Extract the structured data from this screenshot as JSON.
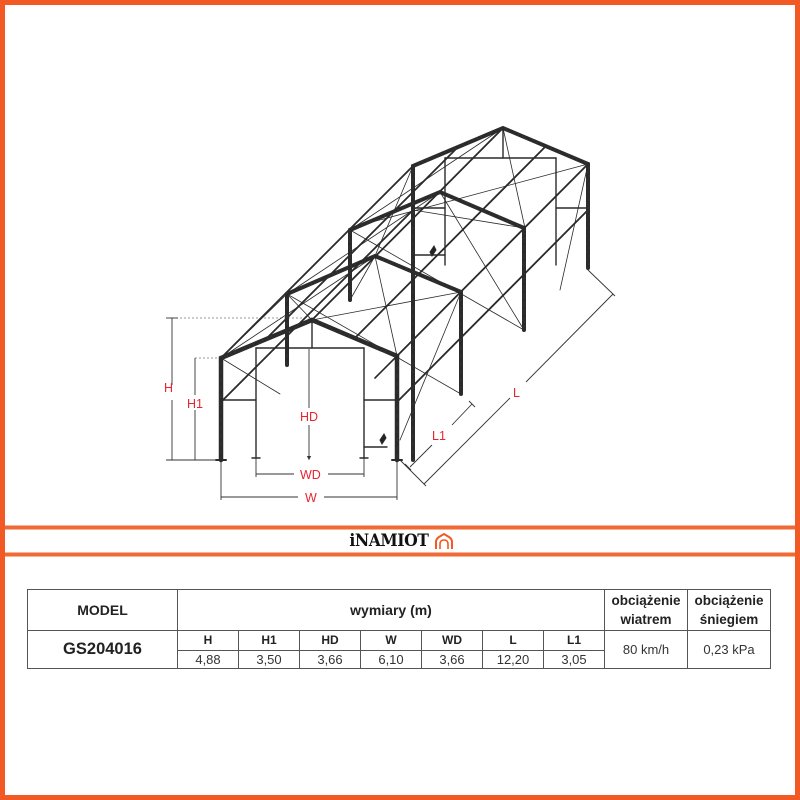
{
  "diagram": {
    "title": "Tent frame isometric dimension drawing",
    "labels": {
      "H": "H",
      "H1": "H1",
      "HD": "HD",
      "W": "W",
      "WD": "WD",
      "L": "L",
      "L1": "L1"
    },
    "label_color": "#E8242F"
  },
  "brand": {
    "name": "iNAMIOT",
    "logo_icon": "tent-arch-icon",
    "accent_color": "#F15A24"
  },
  "table": {
    "model_header": "MODEL",
    "dims_header": "wymiary (m)",
    "wind_header_line1": "obciążenie",
    "wind_header_line2": "wiatrem",
    "snow_header_line1": "obciążenie",
    "snow_header_line2": "śniegiem",
    "model": "GS204016",
    "columns": [
      "H",
      "H1",
      "HD",
      "W",
      "WD",
      "L",
      "L1"
    ],
    "values": [
      "4,88",
      "3,50",
      "3,66",
      "6,10",
      "3,66",
      "12,20",
      "3,05"
    ],
    "wind_load": "80 km/h",
    "snow_load": "0,23 kPa"
  },
  "colors": {
    "border": "#F15A24",
    "separator": "#EF6A3A"
  }
}
